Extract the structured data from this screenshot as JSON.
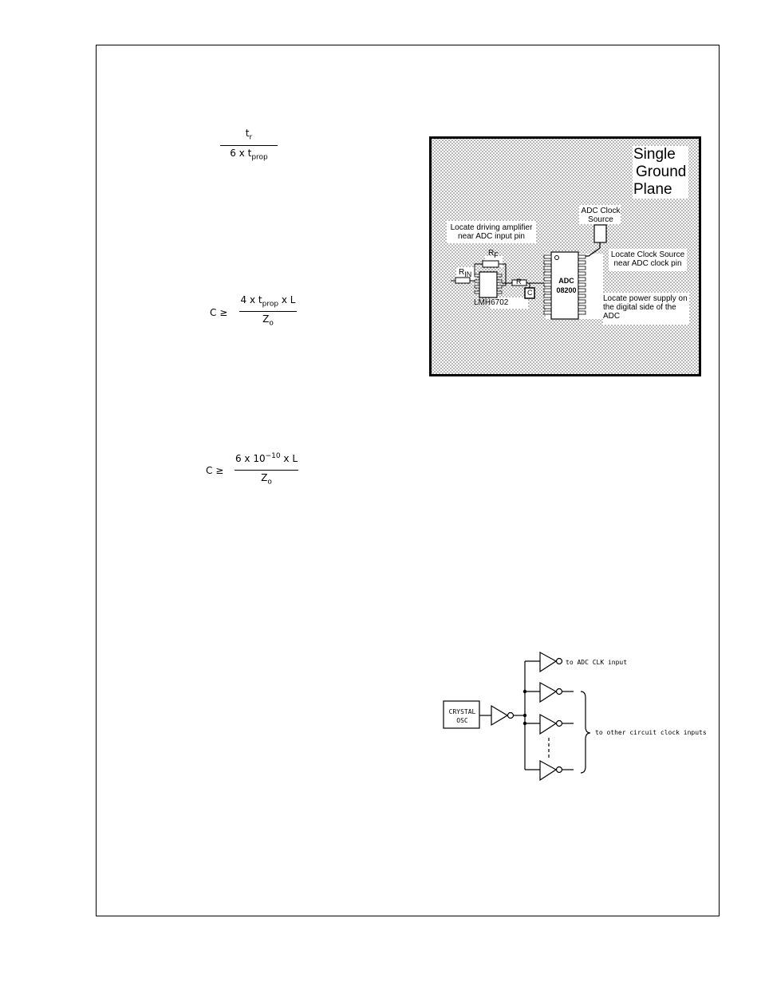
{
  "equations": {
    "eq1": {
      "num_t": "t",
      "num_sub": "r",
      "den_pre": "6  x  t",
      "den_sub": "prop"
    },
    "eq2": {
      "lhs": "C  ≥",
      "num_pre": "4 x t",
      "num_sub": "prop",
      "num_post": " x L",
      "den": "Z",
      "den_sub": "o"
    },
    "eq3": {
      "lhs": "C  ≥",
      "num_pre": "6 x 10",
      "num_sup": "−10",
      "num_post": " x L",
      "den": "Z",
      "den_sub": "o"
    }
  },
  "layout_figure": {
    "title_line1": "Single",
    "title_line2": "Ground",
    "title_line3": "Plane",
    "clock_src_1": "ADC Clock",
    "clock_src_2": "Source",
    "amp_note_1": "Locate driving amplifier",
    "amp_note_2": "near ADC input pin",
    "clock_note_1": "Locate Clock Source",
    "clock_note_2": "near ADC clock pin",
    "power_note_1": "Locate power supply on",
    "power_note_2": "the digital side of the",
    "power_note_3": "ADC",
    "rf": "R",
    "rf_sub": "F",
    "rin": "R",
    "rin_sub": "IN",
    "r": "R",
    "c": "C",
    "adc_1": "ADC",
    "adc_2": "08200",
    "amp_part": "LMH6702"
  },
  "clock_figure": {
    "osc_1": "CRYSTAL",
    "osc_2": "OSC",
    "adc_clk": "to ADC CLK input",
    "other": "to other circuit clock inputs"
  }
}
